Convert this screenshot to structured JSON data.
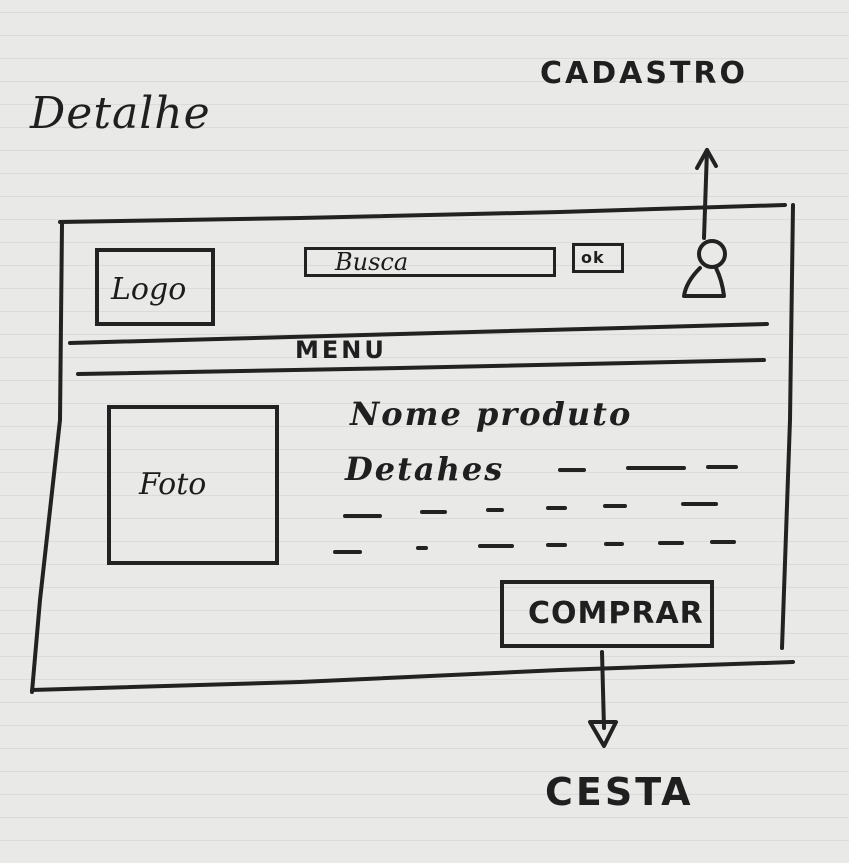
{
  "page": {
    "title": "Detalhe"
  },
  "annotations": {
    "user_icon_target": "CADASTRO",
    "buy_target": "CESTA"
  },
  "header": {
    "logo_label": "Logo",
    "search_label": "Busca",
    "search_button_label": "ok",
    "user_icon": "user-icon"
  },
  "menu": {
    "label": "MENU"
  },
  "product": {
    "photo_label": "Foto",
    "name_label": "Nome produto",
    "details_label": "Detahes",
    "buy_label": "COMPRAR"
  }
}
